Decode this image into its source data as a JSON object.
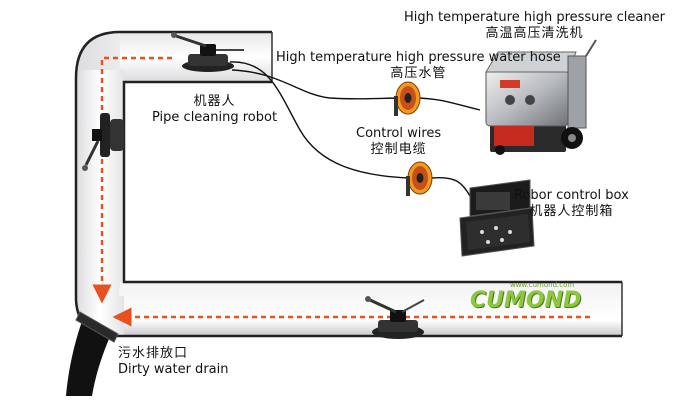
{
  "labels": {
    "cleaner_en": "High temperature high pressure cleaner",
    "cleaner_zh": "高温高压清洗机",
    "hose_en": "High temperature high pressure water hose",
    "hose_zh": "高压水管",
    "robot_zh": "机器人",
    "robot_en": "Pipe cleaning robot",
    "wires_en": "Control wires",
    "wires_zh": "控制电缆",
    "box_en": "Robor control box",
    "box_zh": "机器人控制箱",
    "drain_zh": "污水排放口",
    "drain_en": "Dirty water drain"
  },
  "logo": {
    "text": "CUMOND",
    "url": "www.cumond.com"
  },
  "colors": {
    "flow_arrow": "#e8501e",
    "pipe_outline": "#222222",
    "logo_green": "#8dc63f",
    "reel_orange": "#f39a1e"
  },
  "icons": [
    "pipe-cleaning-robot-icon",
    "hose-reel-icon",
    "cable-reel-icon",
    "pressure-cleaner-icon",
    "control-box-icon",
    "drain-pipe-icon"
  ]
}
